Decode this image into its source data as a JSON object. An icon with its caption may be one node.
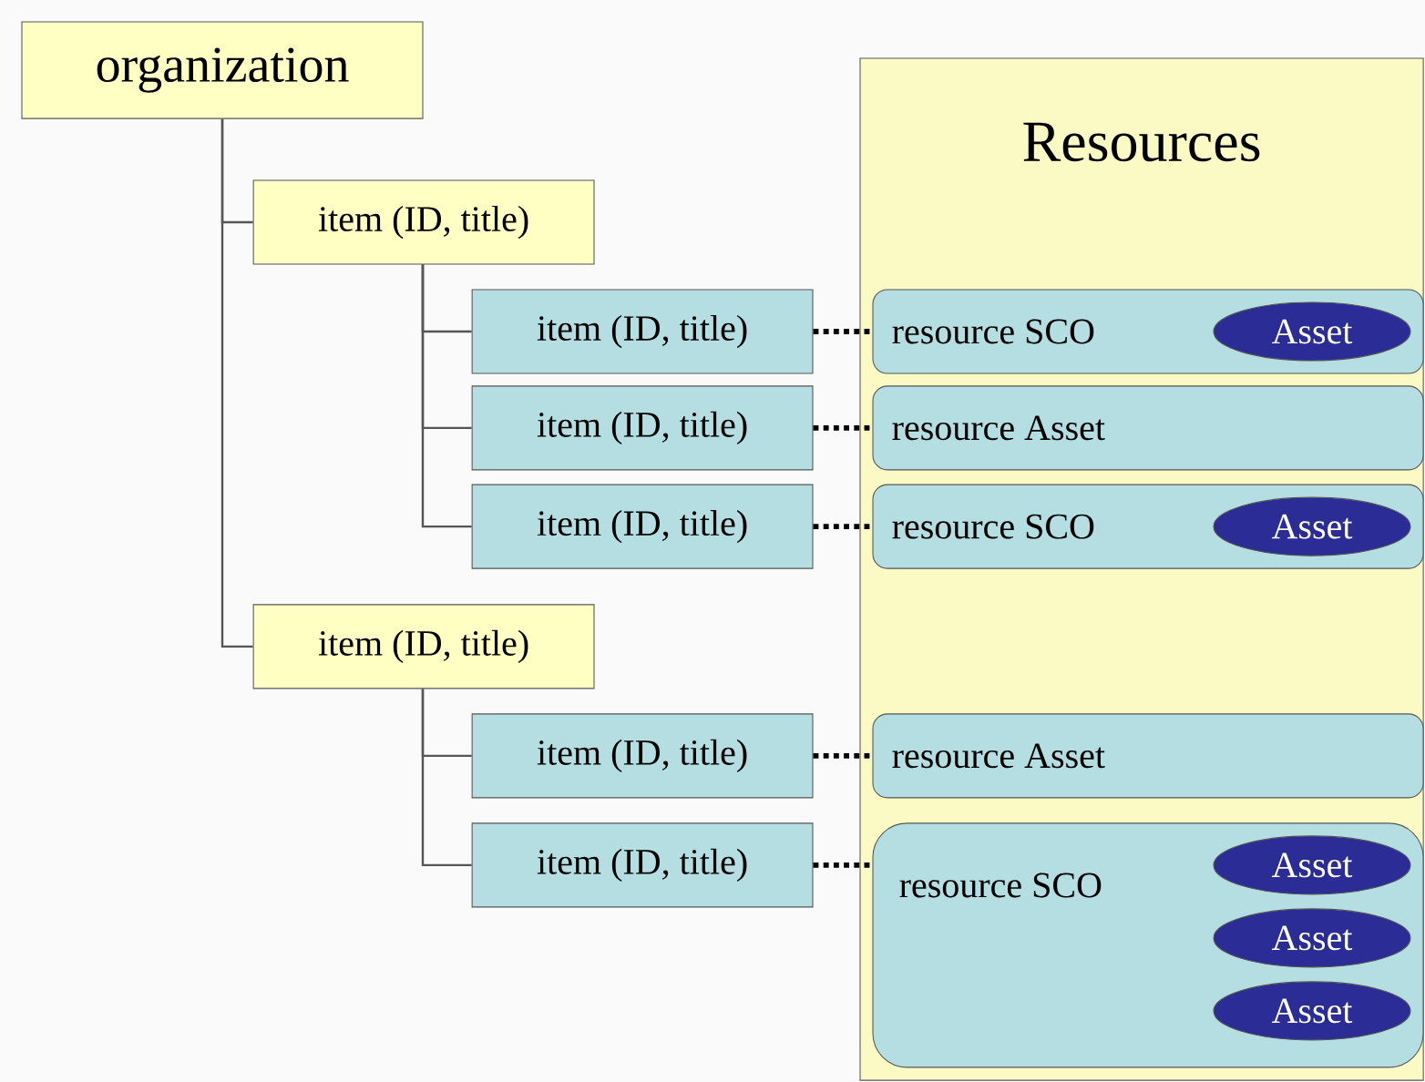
{
  "diagram": {
    "nodes": [
      {
        "text": [
          "organization"
        ]
      },
      {
        "text": [
          "item (ID, title)"
        ]
      },
      {
        "text": [
          "item (ID, title)"
        ]
      },
      {
        "text": [
          "item (ID, title)"
        ]
      },
      {
        "text": [
          "item (ID, title)"
        ]
      },
      {
        "text": [
          "item (ID, title)"
        ]
      },
      {
        "text": [
          "item (ID, title)"
        ]
      },
      {
        "text": [
          "item (ID, title)"
        ]
      },
      {
        "text": [
          "Resources"
        ]
      },
      {
        "text": [
          "resource SCO"
        ],
        "in": 8
      },
      {
        "text": [
          "Asset"
        ],
        "in": 9
      },
      {
        "text": [
          "resource Asset"
        ],
        "in": 8
      },
      {
        "text": [
          "resource SCO"
        ],
        "in": 8
      },
      {
        "text": [
          "Asset"
        ],
        "in": 12
      },
      {
        "text": [
          "resource Asset"
        ],
        "in": 8
      },
      {
        "text": [
          "resource SCO"
        ],
        "in": 8
      },
      {
        "text": [
          "Asset"
        ],
        "in": 15
      },
      {
        "text": [
          "Asset"
        ],
        "in": 15
      },
      {
        "text": [
          "Asset"
        ],
        "in": 15
      }
    ],
    "edges": [
      {
        "from": 0,
        "to": 1,
        "arrow": "none"
      },
      {
        "from": 0,
        "to": 5,
        "arrow": "none"
      },
      {
        "from": 1,
        "to": 2,
        "arrow": "none"
      },
      {
        "from": 1,
        "to": 3,
        "arrow": "none"
      },
      {
        "from": 1,
        "to": 4,
        "arrow": "none"
      },
      {
        "from": 5,
        "to": 6,
        "arrow": "none"
      },
      {
        "from": 5,
        "to": 7,
        "arrow": "none"
      },
      {
        "from": 2,
        "to": 9,
        "arrow": "none",
        "style": "dashed"
      },
      {
        "from": 3,
        "to": 11,
        "arrow": "none",
        "style": "dashed"
      },
      {
        "from": 4,
        "to": 12,
        "arrow": "none",
        "style": "dashed"
      },
      {
        "from": 6,
        "to": 14,
        "arrow": "none",
        "style": "dashed"
      },
      {
        "from": 7,
        "to": 15,
        "arrow": "none",
        "style": "dashed"
      }
    ]
  }
}
